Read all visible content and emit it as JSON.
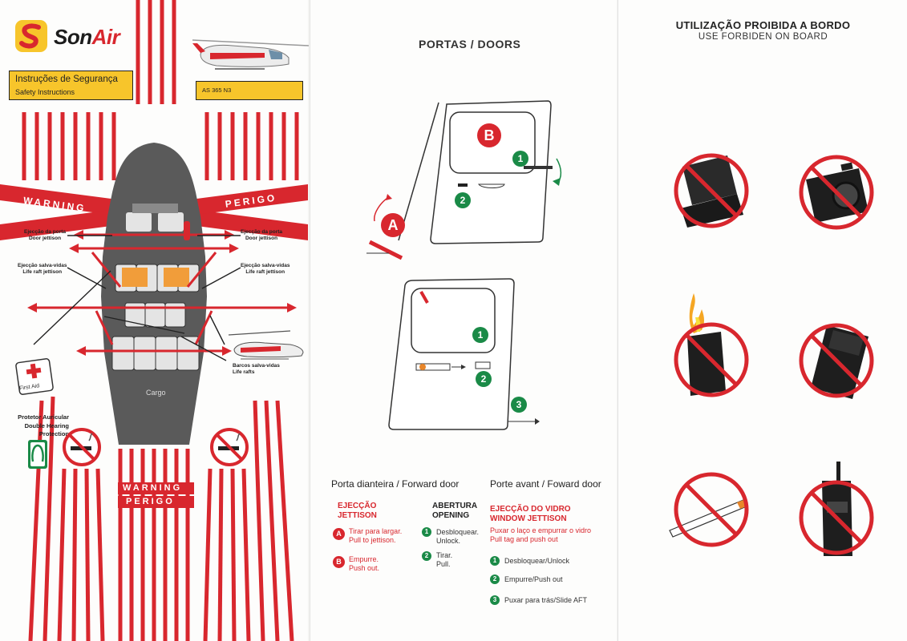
{
  "brand": {
    "name_a": "Son",
    "name_b": "Air"
  },
  "left_panel": {
    "title_pt": "Instruções de Segurança",
    "title_en": "Safety Instructions",
    "model": "AS 365 N3",
    "warning_en": "WARNING",
    "warning_pt": "PERIGO",
    "door_jettison_pt": "Ejecção da porta",
    "door_jettison_en": "Door jettison",
    "raft_jettison_pt": "Ejecção salva-vidas",
    "raft_jettison_en": "Life raft jettison",
    "life_rafts_pt": "Barcos salva-vidas",
    "life_rafts_en": "Life rafts",
    "first_aid": "First Aid",
    "cargo": "Cargo",
    "hearing_pt": "Protetor Auricular",
    "hearing_en_1": "Double Hearing",
    "hearing_en_2": "Protection"
  },
  "middle_panel": {
    "title": "PORTAS / DOORS",
    "label_a": "A",
    "label_b": "B",
    "step_1": "1",
    "step_2": "2",
    "step_3": "3",
    "forward_door_title": "Porta dianteira / Forward door",
    "front_door_title_fr": "Porte avant / Foward door",
    "jettison_head_pt": "EJECÇÃO",
    "jettison_head_en": "JETTISON",
    "a_pt": "Tirar para largar.",
    "a_en": "Pull to jettison.",
    "b_pt": "Empurre.",
    "b_en": "Push out.",
    "opening_head_pt": "ABERTURA",
    "opening_head_en": "OPENING",
    "o1_pt": "Desbloquear.",
    "o1_en": "Unlock.",
    "o2_pt": "Tirar.",
    "o2_en": "Pull.",
    "window_head_pt": "EJECÇÃO DO VIDRO",
    "window_head_en": "WINDOW JETTISON",
    "window_desc_pt": "Puxar o laço e empurrar o vidro",
    "window_desc_en": "Pull tag and push out",
    "w1": "Desbloquear/Unlock",
    "w2": "Empurre/Push out",
    "w3": "Puxar para trás/Slide AFT"
  },
  "right_panel": {
    "title_pt": "UTILIZAÇÃO PROIBIDA A BORDO",
    "title_en": "USE FORBIDEN ON BOARD",
    "items": [
      "laptop-icon",
      "camera-icon",
      "lighter-icon",
      "mobile-phone-icon",
      "cigarette-icon",
      "radio-icon"
    ]
  },
  "colors": {
    "red": "#d8272e",
    "yellow": "#f7c52b",
    "green": "#1a8a47",
    "dark": "#1c1c1c"
  }
}
